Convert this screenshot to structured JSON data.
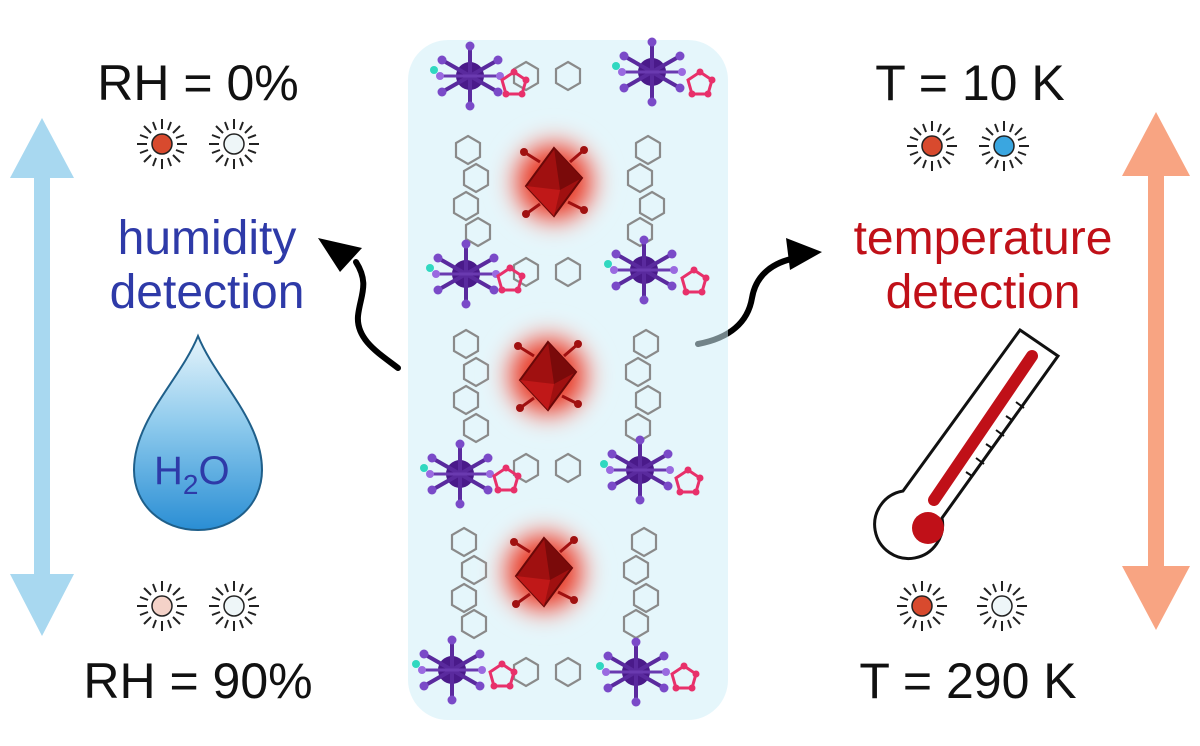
{
  "left": {
    "top_label": "RH = 0%",
    "bottom_label": "RH = 90%",
    "detection_line1": "humidity",
    "detection_line2": "detection",
    "drop_label_main": "H",
    "drop_label_sub": "2",
    "drop_label_end": "O",
    "arrow_color": "#a8d8f0"
  },
  "right": {
    "top_label": "T = 10 K",
    "bottom_label": "T = 290 K",
    "detection_line1": "temperature",
    "detection_line2": "detection",
    "arrow_color": "#f8a482"
  },
  "emission_icons": {
    "left_top": [
      "#d84a2e",
      "#eef6f8"
    ],
    "left_bottom": [
      "#f4d2c8",
      "#eef6f8"
    ],
    "right_top": [
      "#d84a2e",
      "#3aa6e0"
    ],
    "right_bottom": [
      "#d84a2e",
      "#eef6f8"
    ]
  },
  "colors": {
    "humidity_text": "#2e3aa8",
    "temperature_text": "#c01018",
    "metal_cluster": "#4a1a8a",
    "ligand": "#8a8a8a",
    "anion_glow": "#e02010",
    "thermometer_fill": "#c01018",
    "drop_fill": "#3a9ad8"
  }
}
